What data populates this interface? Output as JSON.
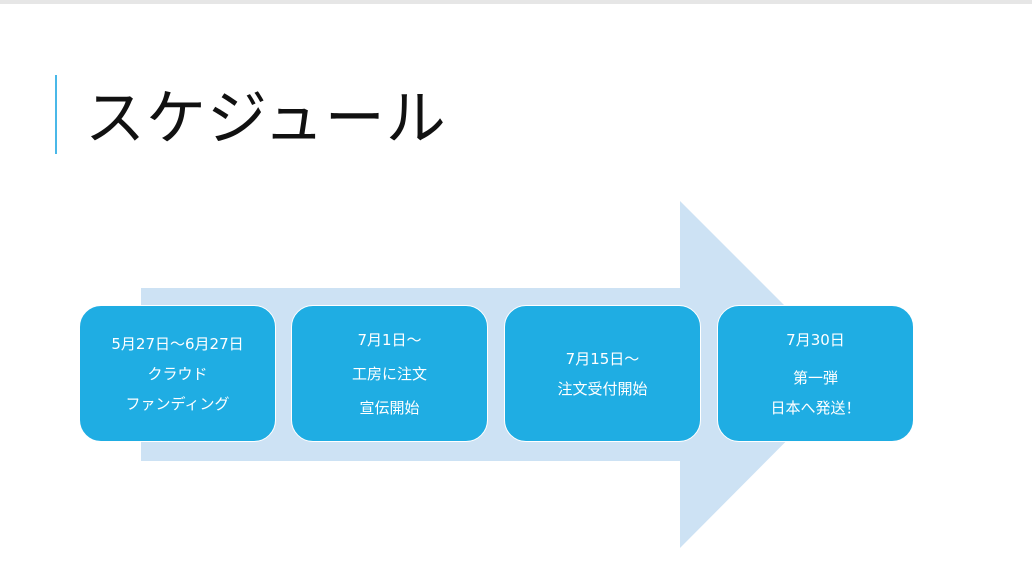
{
  "slide": {
    "title": "スケジュール"
  },
  "colors": {
    "arrow": "#cde2f4",
    "box": "#1fade3",
    "accent": "#4ab8e8"
  },
  "steps": [
    {
      "lines": [
        "5月27日～6月27日",
        "クラウド",
        "ファンディング"
      ]
    },
    {
      "lines": [
        "7月1日～",
        "工房に注文",
        "宣伝開始"
      ]
    },
    {
      "lines": [
        "7月15日～",
        "注文受付開始"
      ]
    },
    {
      "lines": [
        "7月30日",
        "第一弾",
        "日本へ発送！"
      ]
    }
  ]
}
